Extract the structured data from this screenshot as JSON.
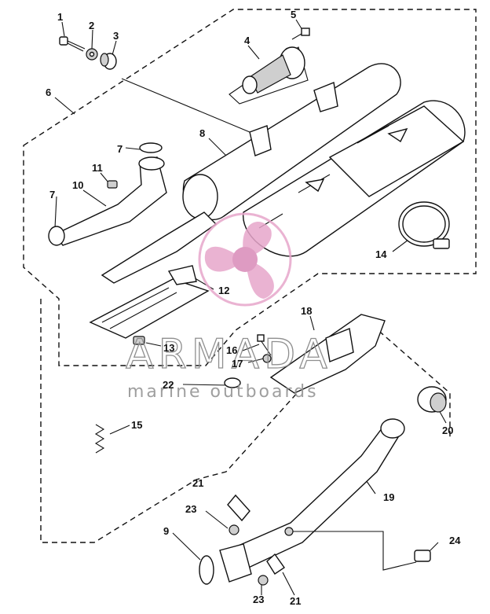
{
  "watermark": {
    "brand": "ARMADA",
    "tagline": "marine outboards",
    "logo_color": "#e7a6cb"
  },
  "callouts": [
    "1",
    "2",
    "3",
    "5",
    "4",
    "6",
    "8",
    "7",
    "11",
    "10",
    "7",
    "14",
    "12",
    "18",
    "13",
    "16",
    "17",
    "22",
    "20",
    "15",
    "21",
    "19",
    "23",
    "9",
    "24",
    "23",
    "21"
  ]
}
